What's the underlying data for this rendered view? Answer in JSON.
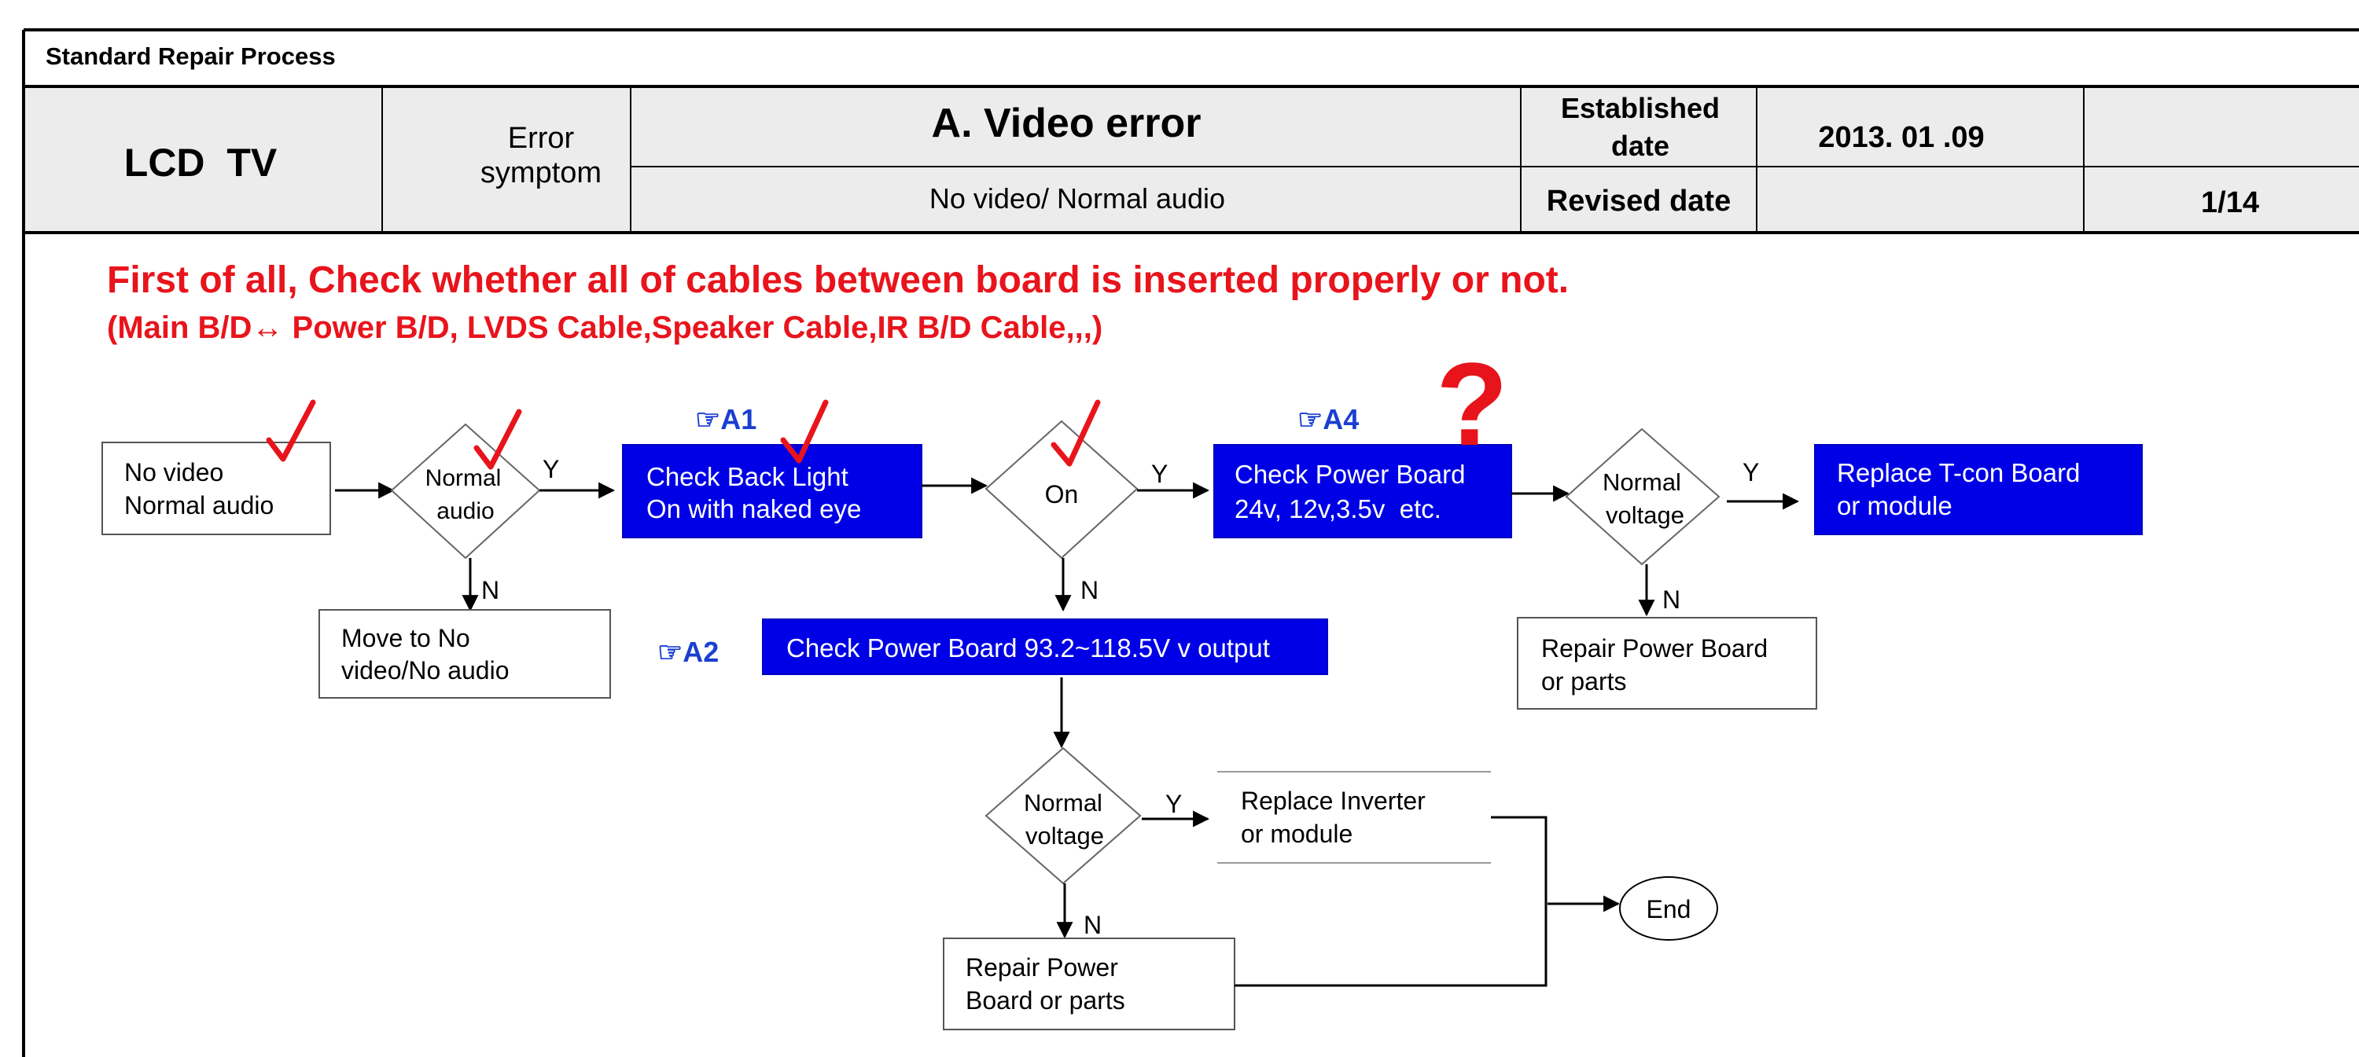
{
  "header": {
    "process_title": "Standard Repair Process",
    "product": "LCD  TV",
    "error_symptom_line1": "Error",
    "error_symptom_line2": "symptom",
    "error_title": "A. Video error",
    "error_subtitle": "No video/ Normal audio",
    "established_line1": "Established",
    "established_line2": "date",
    "established_value": "2013. 01 .09",
    "revised_label": "Revised date",
    "revised_value": "",
    "top_right_value": "",
    "page": "1/14"
  },
  "notice": {
    "line1": "First of all, Check whether all of cables between board is inserted properly or not.",
    "line2": "(Main B/D↔ Power B/D, LVDS Cable,Speaker Cable,IR B/D Cable,,,)"
  },
  "refs": {
    "a1": "☞A1",
    "a2": "☞A2",
    "a4": "☞A4"
  },
  "flow": {
    "start_line1": "No video",
    "start_line2": "Normal audio",
    "d_audio_line1": "Normal",
    "d_audio_line2": "audio",
    "move_line1": "Move to No",
    "move_line2": "video/No audio",
    "backlight_line1": "Check Back Light",
    "backlight_line2": "On with naked eye",
    "d_on": "On",
    "power_check_line1": "Check Power Board",
    "power_check_line2": "24v, 12v,3.5v  etc.",
    "d_voltage1_line1": "Normal",
    "d_voltage1_line2": "voltage",
    "tcon_line1": "Replace T-con Board",
    "tcon_line2": "or module",
    "repair1_line1": "Repair Power Board",
    "repair1_line2": "or parts",
    "power_output": "Check Power Board 93.2~118.5V v output",
    "d_voltage2_line1": "Normal",
    "d_voltage2_line2": "voltage",
    "inverter_line1": "Replace Inverter",
    "inverter_line2": "or module",
    "repair2_line1": "Repair Power",
    "repair2_line2": "Board or parts",
    "end": "End",
    "yes": "Y",
    "no": "N"
  },
  "marks": {
    "question": "?"
  },
  "colors": {
    "header_bg": "#ececec",
    "blue_box": "#0000e6",
    "red_text": "#e8141c",
    "ref_blue": "#1a3fd0",
    "line": "#000000"
  }
}
